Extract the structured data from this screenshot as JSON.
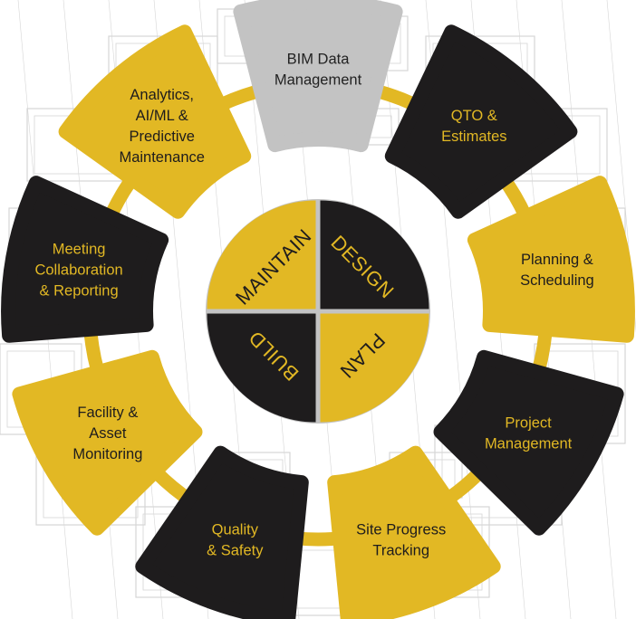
{
  "colors": {
    "gold": "#E2B824",
    "dark": "#1E1C1D",
    "grey": "#C3C3C3",
    "ring": "#E2B824",
    "text_on_gold": "#1E1C1D",
    "text_on_dark": "#E2B824",
    "text_on_grey": "#222222",
    "background_lines": "#D6D6D6"
  },
  "segments": [
    {
      "id": "bim-data-management",
      "icon": "none",
      "fill": "grey",
      "lines": [
        "BIM Data",
        "Management"
      ]
    },
    {
      "id": "qto-estimates",
      "icon": "none",
      "fill": "dark",
      "lines": [
        "QTO &",
        "Estimates"
      ]
    },
    {
      "id": "planning-scheduling",
      "icon": "none",
      "fill": "gold",
      "lines": [
        "Planning &",
        "Scheduling"
      ]
    },
    {
      "id": "project-management",
      "icon": "none",
      "fill": "dark",
      "lines": [
        "Project",
        "Management"
      ]
    },
    {
      "id": "site-progress-tracking",
      "icon": "none",
      "fill": "gold",
      "lines": [
        "Site Progress",
        "Tracking"
      ]
    },
    {
      "id": "quality-safety",
      "icon": "none",
      "fill": "dark",
      "lines": [
        "Quality",
        "& Safety"
      ]
    },
    {
      "id": "facility-asset-monitoring",
      "icon": "none",
      "fill": "gold",
      "lines": [
        "Facility &",
        "Asset",
        "Monitoring"
      ]
    },
    {
      "id": "meeting-collaboration-reporting",
      "icon": "none",
      "fill": "dark",
      "lines": [
        "Meeting",
        "Collaboration",
        "& Reporting"
      ]
    },
    {
      "id": "analytics-ai-ml",
      "icon": "none",
      "fill": "gold",
      "lines": [
        "Analytics,",
        "AI/ML &",
        "Predictive",
        "Maintenance"
      ]
    }
  ],
  "quadrants": [
    {
      "id": "maintain",
      "label": "MAINTAIN",
      "fill": "gold"
    },
    {
      "id": "design",
      "label": "DESIGN",
      "fill": "dark"
    },
    {
      "id": "plan",
      "label": "PLAN",
      "fill": "gold"
    },
    {
      "id": "build",
      "label": "BUILD",
      "fill": "dark"
    }
  ]
}
